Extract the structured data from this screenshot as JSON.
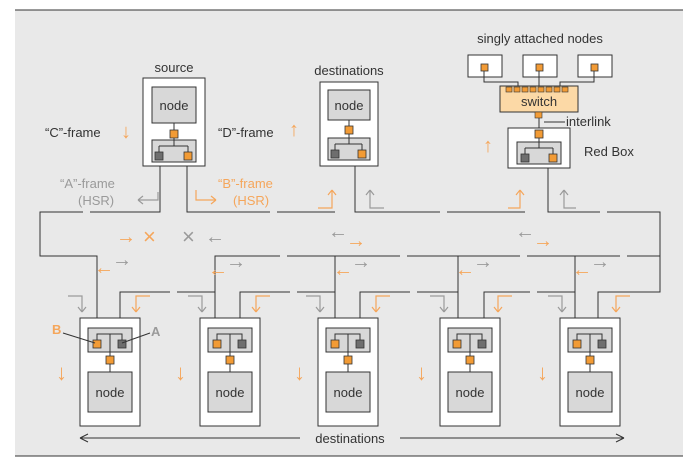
{
  "labels": {
    "source": "source",
    "destinations_top": "destinations",
    "singly_attached": "singly attached nodes",
    "switch": "switch",
    "interlink": "interlink",
    "red_box": "Red Box",
    "c_frame": "“C”-frame",
    "d_frame": "“D”-frame",
    "a_frame": "“A”-frame",
    "a_frame_sub": "(HSR)",
    "b_frame": "“B”-frame",
    "b_frame_sub": "(HSR)",
    "port_b": "B",
    "port_a": "A",
    "destinations_bottom": "destinations"
  },
  "node_label": "node",
  "arrows": {
    "down": "↓",
    "up": "↑",
    "left": "←",
    "right": "→",
    "cross": "×"
  },
  "colors": {
    "background": "#e9e9e9",
    "orange": "#f5a65b",
    "orange_dark": "#d1823a",
    "orange_fill": "#f29b35",
    "switch_fill": "#fcd9a6",
    "gray_arrow": "#9a9a9a",
    "dark_port": "#6e6e6e",
    "light_port": "#d0d0d0",
    "line": "#333333",
    "node_fill": "#d8d8d8"
  }
}
